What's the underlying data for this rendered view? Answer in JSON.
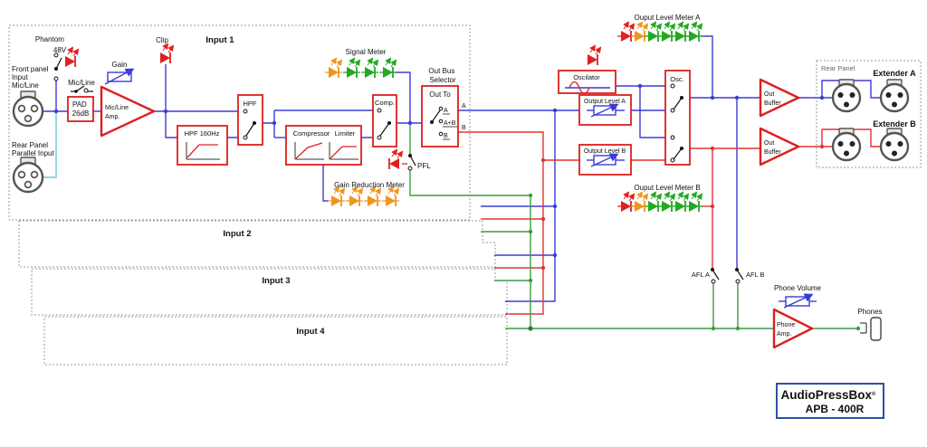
{
  "palette": {
    "wire_blue": "#3b3bd6",
    "wire_red": "#e23333",
    "wire_green": "#3f9b3f",
    "wire_cyan": "#6cc7de",
    "box_red": "#dd1f1f",
    "dash_gray": "#9a9a9a",
    "logo_blue": "#2a52a0",
    "led_red": "#e02020",
    "led_orange": "#f0961e",
    "led_green": "#23a823"
  },
  "input1": {
    "title": "Input 1",
    "phantom_line1": "Phantom",
    "phantom_line2": "48V",
    "front_input_l1": "Front panel",
    "front_input_l2": "Input",
    "front_input_l3": "Mic/Line",
    "rear_input_l1": "Rear Panel",
    "rear_input_l2": "Parallel Input",
    "mic_line_switch": "Mic/Line",
    "pad_l1": "PAD",
    "pad_l2": "26dB",
    "gain": "Gain",
    "amp_l1": "Mic/Line",
    "amp_l2": "Amp.",
    "clip": "Clip",
    "hpf_switch": "HPF",
    "hpf_filter": "HPF 160Hz",
    "compressor": "Compressor",
    "limiter": "Limiter",
    "comp_switch": "Comp.",
    "signal_meter": "Signal Meter",
    "gain_reduction_meter": "Gain Reduction Meter",
    "pfl": "PFL",
    "out_bus_l1": "Out Bus",
    "out_bus_l2": "Selector",
    "out_to": "Out To",
    "sel_a": "A",
    "sel_ab": "A+B",
    "sel_b": "B",
    "out_a": "A",
    "out_b": "B"
  },
  "inputs": {
    "input2": "Input 2",
    "input3": "Input 3",
    "input4": "Input 4"
  },
  "output_section": {
    "oscillator": "Oscilator",
    "osc_switch": "Osc.",
    "output_level_a": "Output Level A",
    "output_level_b": "Output Level B",
    "meter_a": "Ouput Level Meter A",
    "meter_b": "Ouput Level Meter B",
    "buffer_l1": "Out",
    "buffer_l2": "Buffer",
    "rear_panel": "Rear Panel",
    "extender_a": "Extender A",
    "extender_b": "Extender B",
    "afl_a": "AFL A",
    "afl_b": "AFL B"
  },
  "phones_section": {
    "phone_volume": "Phone Volume",
    "amp_l1": "Phone",
    "amp_l2": "Amp.",
    "phones": "Phones"
  },
  "logo": {
    "brand": "AudioPressBox",
    "reg": "®",
    "model": "APB - 400R"
  },
  "meters": {
    "signal": {
      "leds": [
        "orange",
        "green",
        "green",
        "green"
      ]
    },
    "gain_reduction": {
      "leds": [
        "orange",
        "orange",
        "orange",
        "orange"
      ]
    },
    "level_a": {
      "leds": [
        "red",
        "orange",
        "green",
        "green",
        "green",
        "green"
      ]
    },
    "level_b": {
      "leds": [
        "red",
        "orange",
        "green",
        "green",
        "green",
        "green"
      ]
    },
    "phantom_led": {
      "leds": [
        "red"
      ]
    },
    "clip_led": {
      "leds": [
        "red"
      ]
    },
    "pfl_led": {
      "leds": [
        "red"
      ]
    },
    "osc_led": {
      "leds": [
        "red"
      ]
    }
  }
}
